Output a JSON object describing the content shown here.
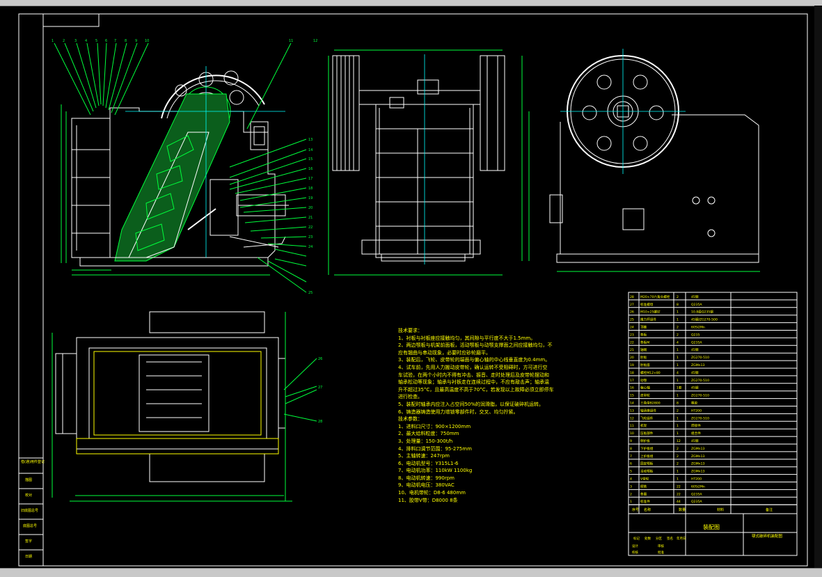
{
  "notes": {
    "heading": "技术要求：",
    "lines": [
      "1、衬板与衬板座应接触均匀，其间隙与平行度不大于1.5mm。",
      "2、两边颚板与机架前面板，活动颚板与动颚支撑面之间应接触均匀，不",
      "应有翘曲与串动现象，必要时应砂轮磨平。",
      "3、装配后，飞轮、皮带轮的端面与偏心轴的中心线垂直度为0.4mm。",
      "4、试车前，先用人力搬动皮带轮，确认运转不受阻碍时，方可进行空",
      "车试验，在两个小时内不得有冲击、振音、走时处理后及皮带轮摆动和",
      "轴承松动等现象；轴承与衬板走在连续过程中，不应有敲击声；轴承温",
      "升不超过35°C，且最高温度不高于70°C，若发现以上故障必须立即停车",
      "进行检查。",
      "5、装配时轴承内应注入占空间50%的润滑脂，以保证破碎机运转。",
      "6、铸造器铸造使用力增锁零部件时，交叉、均匀拧紧。"
    ],
    "params_heading": "技术参数：",
    "params": [
      "1、进料口尺寸：900×1200mm",
      "2、最大给料粒度：750mm",
      "3、处理量：150-300t/h",
      "4、排料口调节范围：95-275mm",
      "5、主轴转速：247rpm",
      "6、电动机型号：Y315L1-6",
      "7、电动机功率：110kW    1100kg",
      "8、电动机转速：990rpm",
      "9、电动机电压：380VAC",
      "10、电机带轮：D8-6 480mm",
      "11、胶带V带：D8000    8条"
    ]
  },
  "leaders_top": [
    "1",
    "2",
    "3",
    "4",
    "5",
    "6",
    "7",
    "8",
    "9",
    "10"
  ],
  "leaders_right": [
    "13",
    "14",
    "15",
    "16",
    "17",
    "18",
    "19",
    "20",
    "21",
    "22",
    "23",
    "24",
    "25"
  ],
  "leader_11": "11",
  "leader_12": "12",
  "leaders_plan": [
    "26",
    "27",
    "28"
  ],
  "bom": {
    "rows": [
      {
        "n": "28",
        "name": "M20×70六角头螺栓",
        "q": "2",
        "mat": "45钢"
      },
      {
        "n": "27",
        "name": "标准螺母",
        "q": "8",
        "mat": "Q235A"
      },
      {
        "n": "26",
        "name": "M10×25螺钉",
        "q": "1",
        "mat": "10.8级Q235钢"
      },
      {
        "n": "25",
        "name": "推力杆组件",
        "q": "1",
        "mat": "45钢/ZG270-500"
      },
      {
        "n": "24",
        "name": "顶推",
        "q": "2",
        "mat": "60Si2Mn"
      },
      {
        "n": "23",
        "name": "垫板",
        "q": "2",
        "mat": "Q235"
      },
      {
        "n": "22",
        "name": "垫板M",
        "q": "4",
        "mat": "Q235A"
      },
      {
        "n": "21",
        "name": "轴端",
        "q": "1",
        "mat": "45钢"
      },
      {
        "n": "20",
        "name": "肘板",
        "q": "1",
        "mat": "ZG270-510"
      },
      {
        "n": "19",
        "name": "肘板座",
        "q": "1",
        "mat": "ZGMn13"
      },
      {
        "n": "18",
        "name": "螺栓M12×80",
        "q": "4",
        "mat": "45钢"
      },
      {
        "n": "17",
        "name": "动颚",
        "q": "1",
        "mat": "ZG270-510"
      },
      {
        "n": "16",
        "name": "偏心轴",
        "q": "1套",
        "mat": "45钢"
      },
      {
        "n": "15",
        "name": "皮带轮",
        "q": "1",
        "mat": "ZG270-510"
      },
      {
        "n": "14",
        "name": "三角带B2800",
        "q": "8",
        "mat": "橡胶"
      },
      {
        "n": "13",
        "name": "轴承座组件",
        "q": "2",
        "mat": "HT200"
      },
      {
        "n": "12",
        "name": "飞轮组件",
        "q": "1",
        "mat": "ZG270-510"
      },
      {
        "n": "11",
        "name": "机架",
        "q": "1",
        "mat": "焊接件"
      },
      {
        "n": "10",
        "name": "压板部件",
        "q": "1",
        "mat": "组合件"
      },
      {
        "n": "9",
        "name": "侧护板",
        "q": "12",
        "mat": "45钢"
      },
      {
        "n": "8",
        "name": "下护板组",
        "q": "2",
        "mat": "ZGMn13"
      },
      {
        "n": "7",
        "name": "上护板组",
        "q": "2",
        "mat": "ZGMn13"
      },
      {
        "n": "6",
        "name": "固定颚板",
        "q": "2",
        "mat": "ZGMn13"
      },
      {
        "n": "5",
        "name": "活动颚板",
        "q": "1",
        "mat": "ZGMn13"
      },
      {
        "n": "4",
        "name": "V带轮",
        "q": "1",
        "mat": "HT200"
      },
      {
        "n": "3",
        "name": "楔铁",
        "q": "22",
        "mat": "60Si2Mn"
      },
      {
        "n": "2",
        "name": "垫圈",
        "q": "22",
        "mat": "Q235A"
      },
      {
        "n": "1",
        "name": "标准件",
        "q": "44",
        "mat": "Q235A"
      }
    ],
    "header": {
      "n": "序号",
      "name": "名称",
      "q": "数量",
      "mat": "材料",
      "note": "备注"
    },
    "title_main": "装配图",
    "title_right": "颚式破碎机装配图",
    "sign_labels": [
      "设计",
      "校核",
      "审核",
      "批准"
    ],
    "col_labels": [
      "标记",
      "处数",
      "分区",
      "签名",
      "年月日"
    ]
  },
  "left_strip": [
    "借(通)用件登记",
    "描图",
    "校对",
    "旧底图总号",
    "底图总号",
    "签字",
    "日期"
  ],
  "colors": {
    "bg": "#000000",
    "outline": "#ffffff",
    "dimension": "#00ff3c",
    "centerline": "#00ffff",
    "text": "#ffff00"
  }
}
